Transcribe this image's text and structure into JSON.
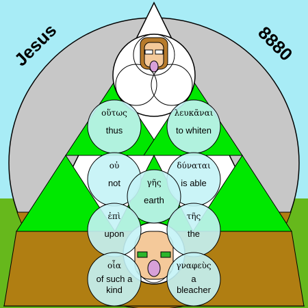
{
  "header": {
    "left": "Jesus",
    "right": "8880"
  },
  "colors": {
    "sky": "#a8ecf6",
    "grass": "#66b81c",
    "circle": "#c7c7c7",
    "triangle_green": "#00e800",
    "bubble": "#c4f3f6",
    "earth": "#b07e12",
    "skin": "#f4c99a",
    "hair": "#b77b2c"
  },
  "words": [
    {
      "greek": "οὕτως",
      "english": [
        "thus"
      ]
    },
    {
      "greek": "λευκᾶναι",
      "english": [
        "to whiten"
      ]
    },
    {
      "greek": "οὐ",
      "english": [
        "not"
      ]
    },
    {
      "greek": "δύναται",
      "english": [
        "is able"
      ]
    },
    {
      "greek": "γῆς",
      "english": [
        "earth"
      ]
    },
    {
      "greek": "ἐπὶ",
      "english": [
        "upon"
      ]
    },
    {
      "greek": "τῆς",
      "english": [
        "the"
      ]
    },
    {
      "greek": "οἷα",
      "english": [
        "of such a",
        "kind"
      ]
    },
    {
      "greek": "γναφεὺς",
      "english": [
        "a",
        "bleacher"
      ]
    }
  ]
}
